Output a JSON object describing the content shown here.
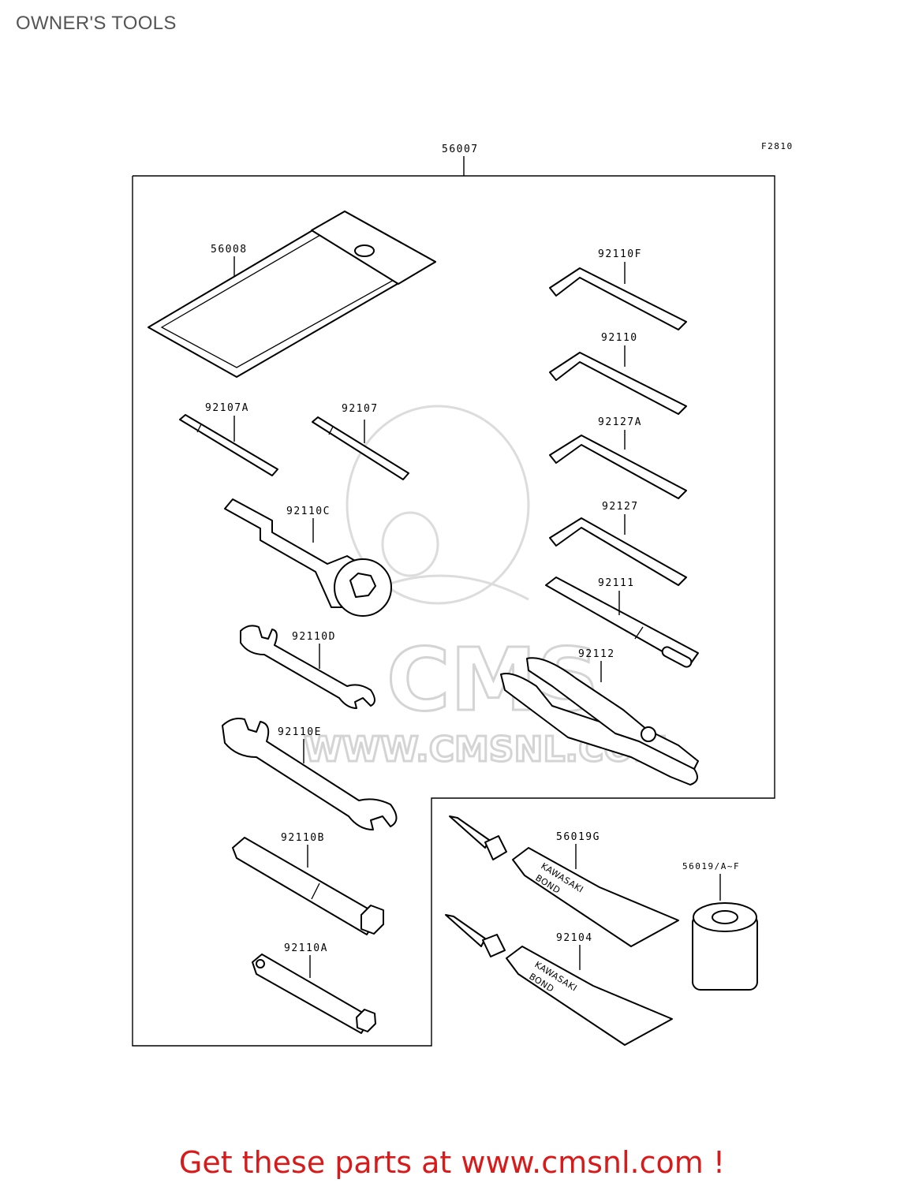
{
  "title": "OWNER'S TOOLS",
  "figure_code": "F2810",
  "watermark": "WWW.CMSNL.COM",
  "watermark_logo": "CMS",
  "footer": "Get these parts at www.cmsnl.com !",
  "tube_label": [
    "KAWASAKI",
    "BOND"
  ],
  "parts": {
    "kit": "56007",
    "pouch": "56008",
    "screwdriver_a": "92107A",
    "screwdriver": "92107",
    "hex_f": "92110F",
    "hex": "92110",
    "hex_127a": "92127A",
    "hex_127": "92127",
    "ring_wrench": "92110C",
    "handle": "92111",
    "wrench_d": "92110D",
    "pliers": "92112",
    "wrench_e": "92110E",
    "box_b": "92110B",
    "box_a": "92110A",
    "bond_g": "56019G",
    "bond_af": "56019/A~F",
    "bond_104": "92104"
  }
}
